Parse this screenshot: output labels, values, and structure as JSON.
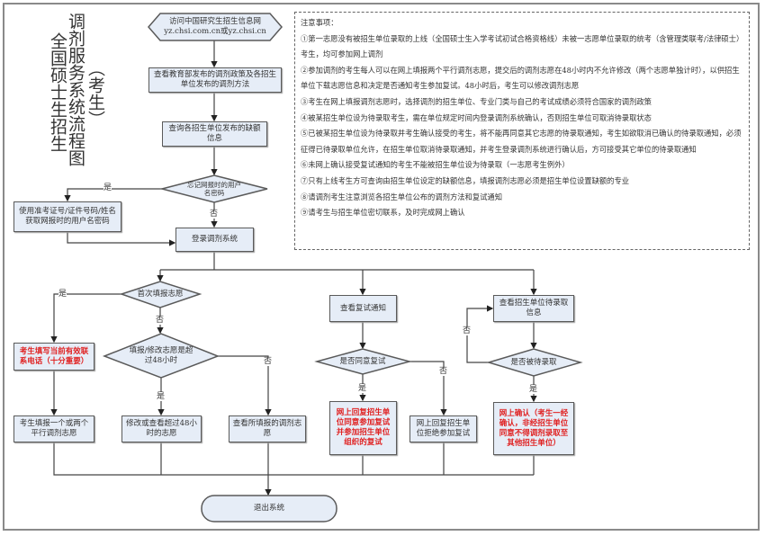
{
  "title": {
    "line1": "调剂服务系统流程图",
    "line2": "全国硕士生招生",
    "line3": "（考生）"
  },
  "colors": {
    "box_fill": "#e6edf7",
    "border": "#5a5a5a",
    "important_text": "#e02020"
  },
  "nodes": {
    "start": "访问中国研究生招生信息网 yz.chsi.com.cn或yz.chsi.cn",
    "view_policy": "查看教育部发布的调剂政策及各招生单位发布的调剂方法",
    "query_vacancy": "查询各招生单位发布的缺额信息",
    "forgot_password": "忘记网报时的用户名密码",
    "retrieve_account": "使用准考证号/证件号码/姓名获取网报时的用户名密码",
    "login": "登录调剂系统",
    "first_fill": "首次填报志愿",
    "fill_phone": "考生填写当前有效联系电话（十分重要）",
    "over_48h": "填报/修改志愿是超过48小时",
    "fill_two": "考生填报一个或两个平行调剂志愿",
    "modify_view": "修改或查看超过48小时的志愿",
    "view_filled": "查看所填报的调剂志愿",
    "view_retest": "查看复试通知",
    "agree_retest": "是否同意复试",
    "reply_agree": "网上回复招生单位同意参加复试并参加招生单位组织的复试",
    "reply_refuse": "网上回复招生单位拒绝参加复试",
    "view_pending": "查看招生单位待录取信息",
    "is_pending": "是否被待录取",
    "confirm_online": "网上确认（考生一经确认，非经招生单位同意不得调剂录取至其他招生单位）",
    "exit": "退出系统"
  },
  "labels": {
    "yes": "是",
    "no": "否"
  },
  "notes": {
    "heading": "注意事项：",
    "items": [
      "①第一志愿没有被招生单位录取的上线（全国硕士生入学考试初试合格资格线）未被一志愿单位录取的统考（含管理类联考/法律硕士）考生，均可参加网上调剂",
      "②参加调剂的考生每人可以在网上填报两个平行调剂志愿，提交后的调剂志愿在48小时内不允许修改（两个志愿单独计时），以供招生单位下载志愿信息和决定是否通知考生参加复试。48小时后，考生可以修改调剂志愿",
      "③考生在网上填报调剂志愿时，选择调剂的招生单位、专业门类与自己的考试成绩必须符合国家的调剂政策",
      "④被某招生单位设为待录取考生，需在单位规定时间内登录调剂系统确认，否则招生单位可取消待录取状态",
      "⑤已被某招生单位设为待录取并考生确认接受的考生，将不能再同意其它志愿的待录取通知，考生如欲取消已确认的待录取通知，必须征得已待录取单位允许，在招生单位取消待录取通知，并考生登录调剂系统进行确认后，方可接受其它单位的待录取通知",
      "⑥未网上确认接受复试通知的考生不能被招生单位设为待录取（一志愿考生例外）",
      "⑦只有上线考生方可查询由招生单位设定的缺额信息，填报调剂志愿必须是招生单位设置缺额的专业",
      "⑧请调剂考生注意浏览各招生单位公布的调剂方法和复试通知",
      "⑨请考生与招生单位密切联系，及时完成网上确认"
    ]
  }
}
